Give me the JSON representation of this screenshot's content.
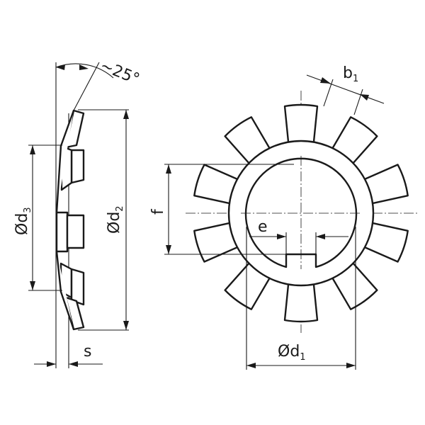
{
  "drawing": {
    "angle_label": "~25°",
    "d3": {
      "symbol": "Ød",
      "sub": "3"
    },
    "d2": {
      "symbol": "Ød",
      "sub": "2"
    },
    "d1": {
      "symbol": "Ød",
      "sub": "1"
    },
    "b1": {
      "symbol": "b",
      "sub": "1"
    },
    "f_label": "f",
    "e_label": "e",
    "s_label": "s",
    "tooth_count": 10
  }
}
